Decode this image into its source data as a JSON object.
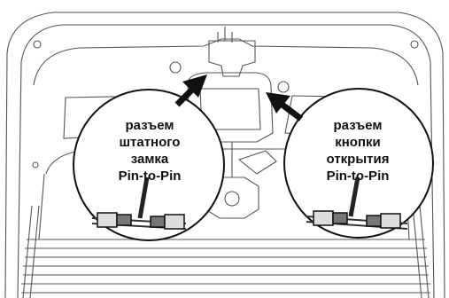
{
  "callouts": [
    {
      "lines": [
        "разъем",
        "штатного",
        "замка",
        "Pin-to-Pin"
      ]
    },
    {
      "lines": [
        "разъем",
        "кнопки",
        "открытия",
        "Pin-to-Pin"
      ]
    }
  ]
}
